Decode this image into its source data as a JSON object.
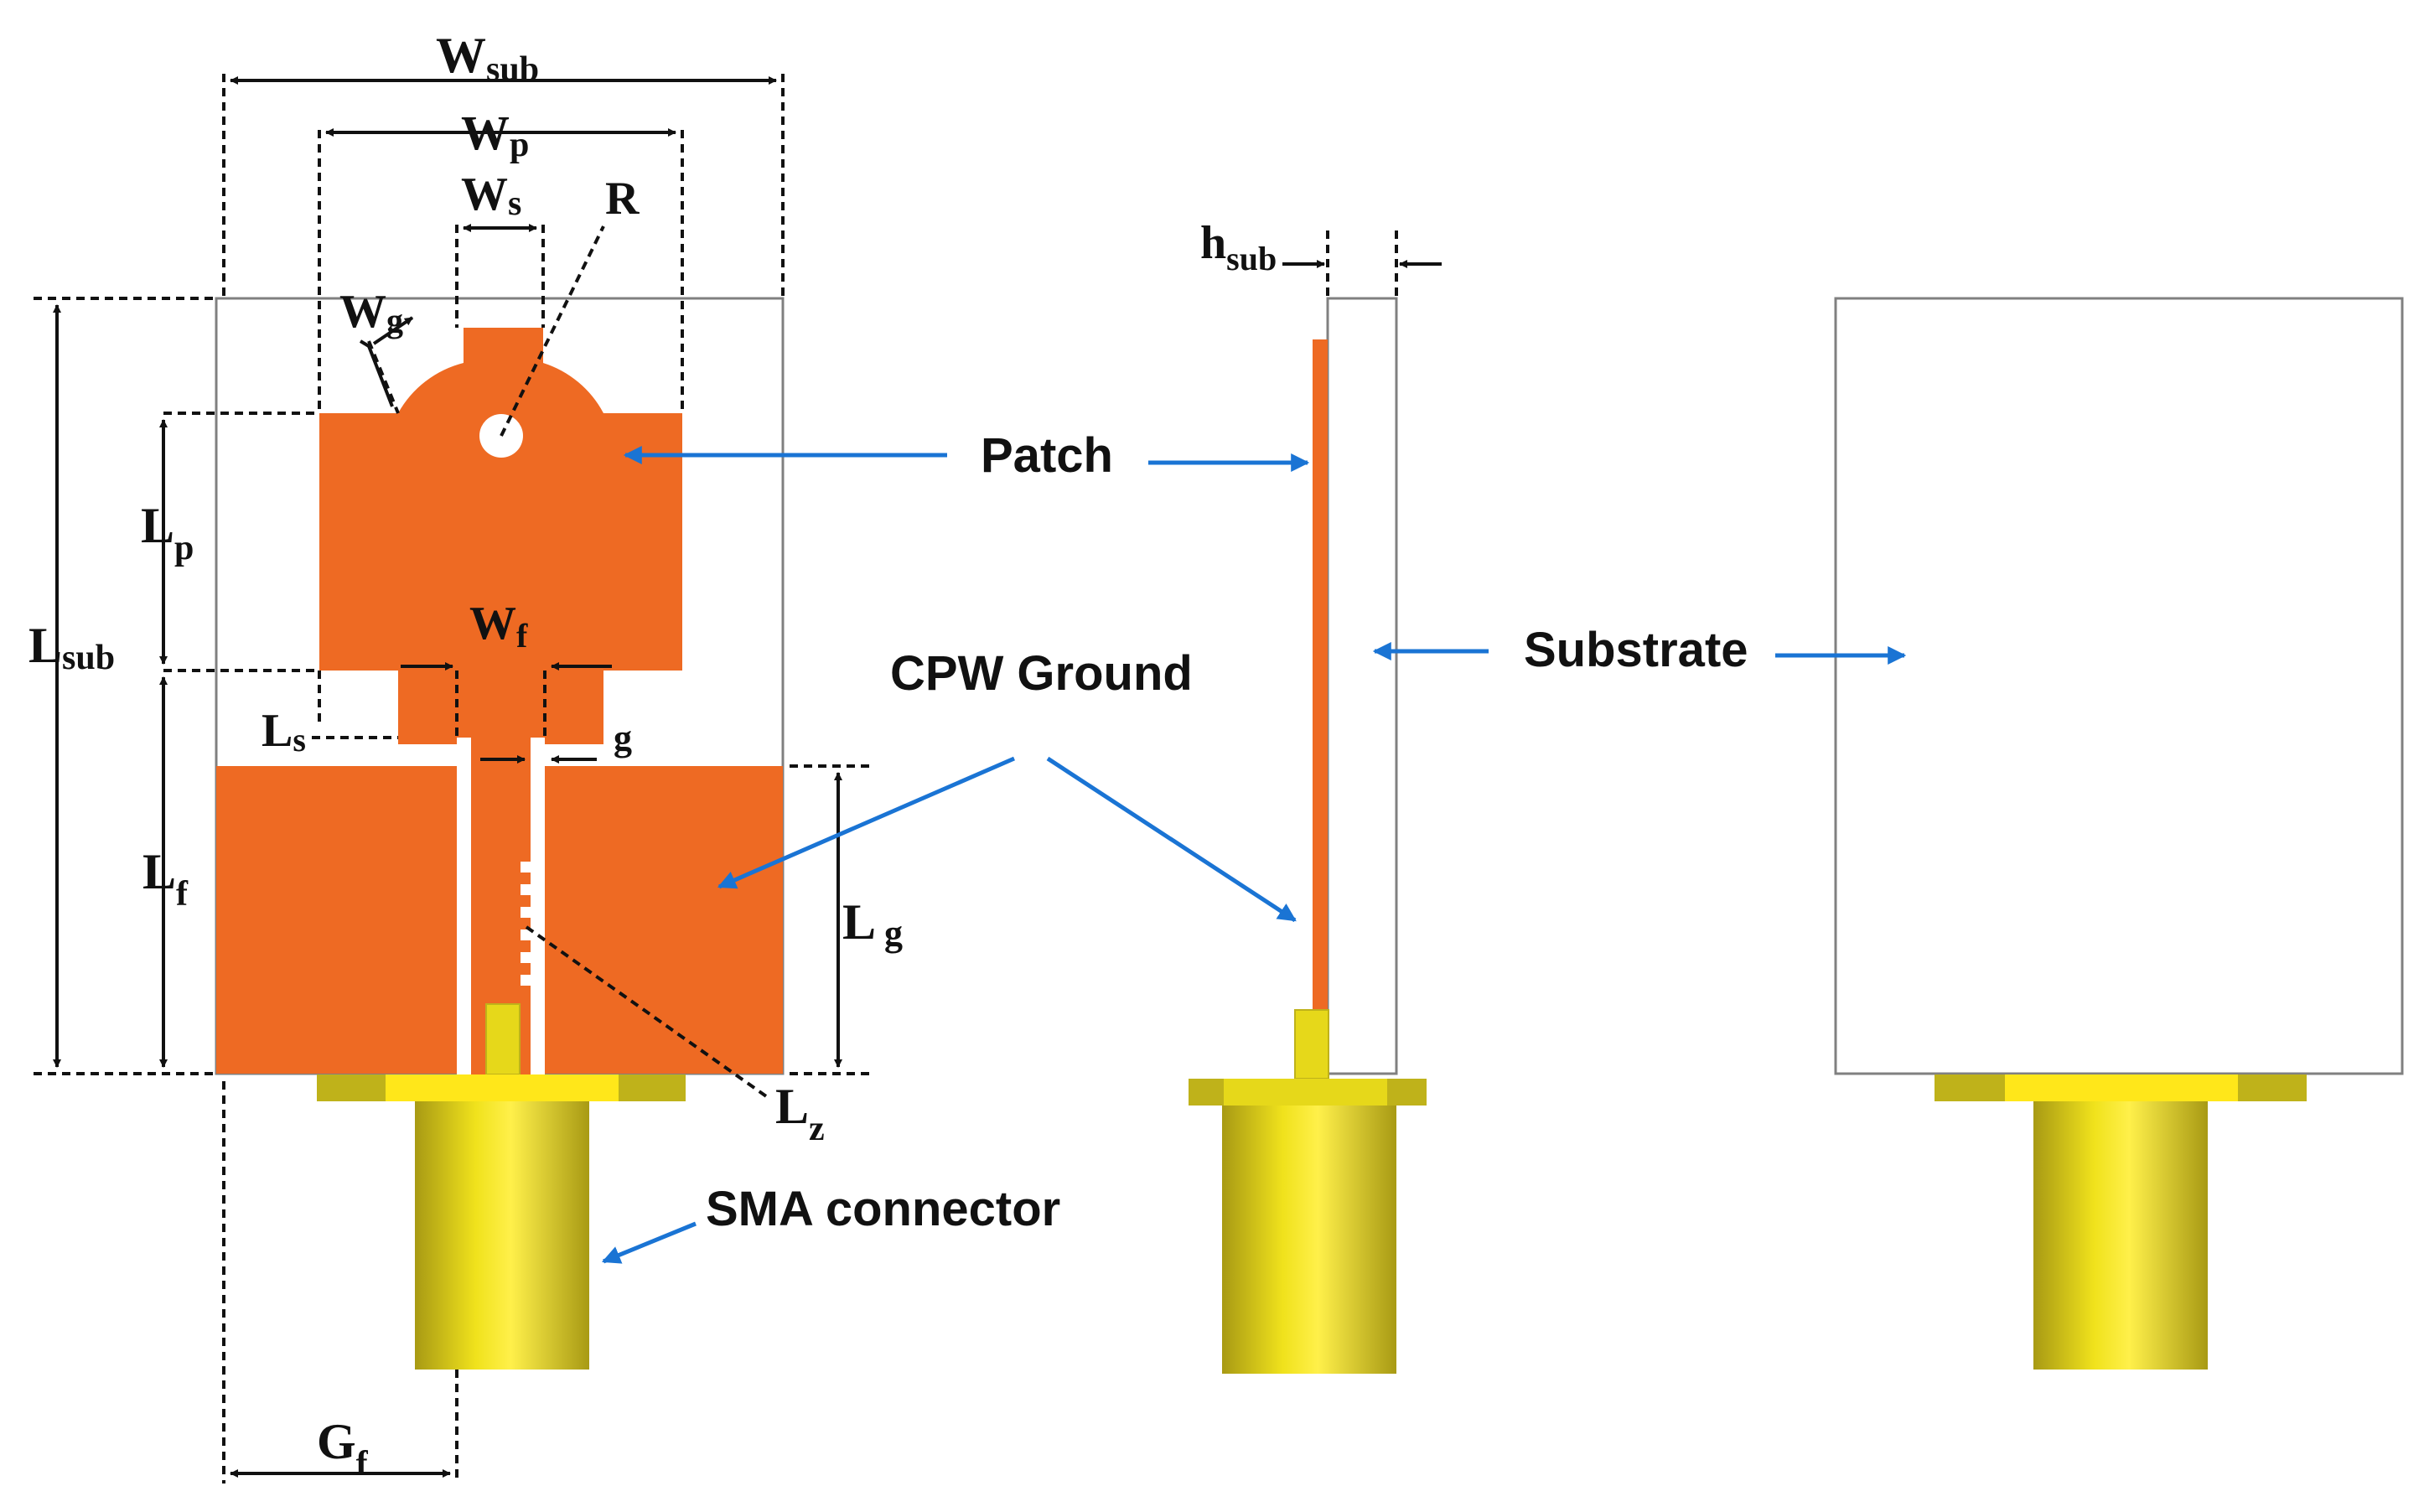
{
  "colors": {
    "copper": "#EE6A23",
    "gold_dark": "#BFB21A",
    "gold_mid": "#E6D81A",
    "gold_light": "#FFE71A",
    "arrow_blue": "#1A74D4",
    "line": "#111111",
    "substrate_edge": "#808080"
  },
  "labels": {
    "wsub": {
      "main": "W",
      "sub": "sub"
    },
    "wp": {
      "main": "W",
      "sub": "p"
    },
    "ws": {
      "main": "W",
      "sub": "s"
    },
    "r": {
      "main": "R"
    },
    "wg": {
      "main": "W",
      "sub": "g"
    },
    "lp": {
      "main": "L",
      "sub": "p"
    },
    "lsub": {
      "main": "L",
      "sub": "sub"
    },
    "wf": {
      "main": "W",
      "sub": "f"
    },
    "ls": {
      "main": "L",
      "sub": "s"
    },
    "g": {
      "main": "g"
    },
    "lf": {
      "main": "L",
      "sub": "f"
    },
    "lg": {
      "main": "L",
      "sub": "g"
    },
    "lz": {
      "main": "L",
      "sub": "z"
    },
    "gf": {
      "main": "G",
      "sub": "f"
    },
    "hsub": {
      "main": "h",
      "sub": "sub"
    }
  },
  "callouts": {
    "patch": "Patch",
    "cpw_ground": "CPW Ground",
    "substrate": "Substrate",
    "sma_connector": "SMA connector"
  }
}
